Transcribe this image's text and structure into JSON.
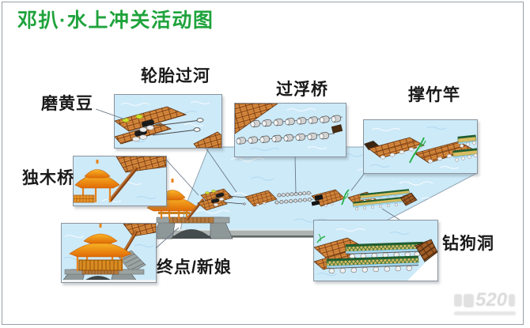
{
  "page": {
    "title": "邓扒·水上冲关活动图"
  },
  "stations": {
    "tire_crossing": "轮胎过河",
    "soybean_grinding": "磨黄豆",
    "floating_bridge": "过浮桥",
    "bamboo_pole": "撑竹竿",
    "log_bridge": "独木桥",
    "finish_bride": "终点/新娘",
    "dog_hole": "钻狗洞"
  },
  "watermark": {
    "text": "520"
  },
  "colors": {
    "title_green": "#1fa33c",
    "water_blue": "#cdeaf9",
    "wood_orange": "#d98a3e",
    "bamboo_green": "#2bb14d",
    "shore_gray": "#aeb4b2",
    "label_black": "#1a1a1a"
  }
}
